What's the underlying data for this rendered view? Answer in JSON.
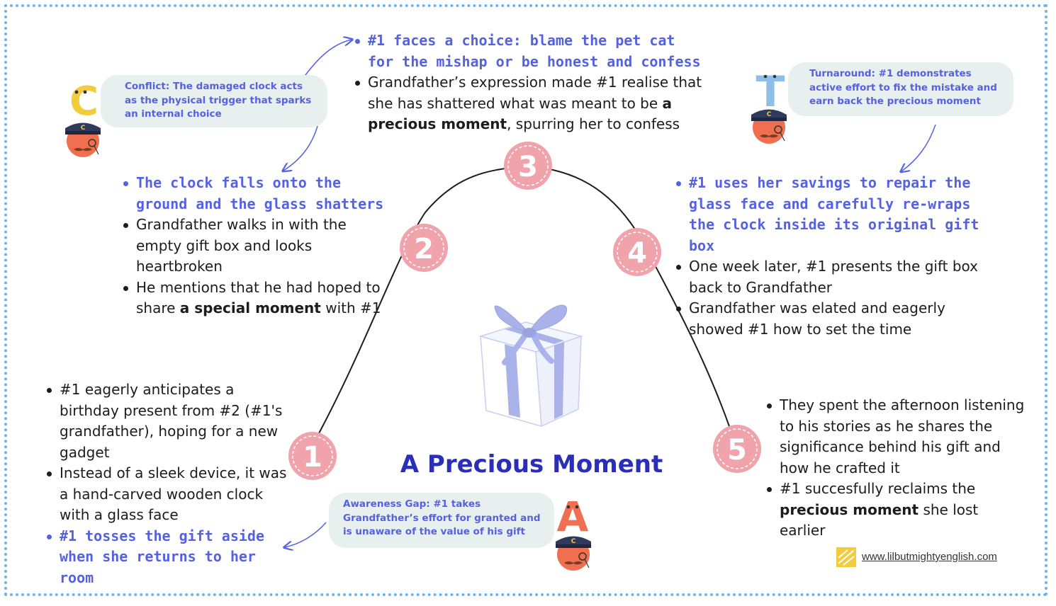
{
  "title": "A Precious Moment",
  "website": "www.lilbutmightyenglish.com",
  "stages": [
    {
      "number": "1"
    },
    {
      "number": "2"
    },
    {
      "number": "3"
    },
    {
      "number": "4"
    },
    {
      "number": "5"
    }
  ],
  "events": {
    "s1": {
      "b1": "#1 eagerly anticipates a birthday present from #2 (#1's grandfather), hoping for a new gadget",
      "b2": "Instead of a sleek device, it was a hand-carved wooden clock with a glass face",
      "b3": "#1 tosses the gift aside when she returns to her room"
    },
    "s2": {
      "b1": "The clock falls onto the ground and the glass shatters",
      "b2": "Grandfather walks in with the empty gift box and looks heartbroken",
      "b3_pre": "He mentions that he had hoped to share ",
      "b3_bold": "a special moment",
      "b3_post": " with #1"
    },
    "s3": {
      "b1": "#1 faces a choice: blame the pet cat for the mishap or be honest and confess",
      "b2_pre": "Grandfather’s expression made #1 realise that she has shattered what was meant to be ",
      "b2_bold": "a precious moment",
      "b2_post": ", spurring her to confess"
    },
    "s4": {
      "b1": "#1 uses her savings to repair the glass face and carefully re-wraps the clock inside its original gift box",
      "b2": "One week later, #1 presents the gift box back to Grandfather",
      "b3": "Grandfather was elated and eagerly showed #1 how to set the time"
    },
    "s5": {
      "b1": "They spent the afternoon listening to his stories as he shares the significance behind his gift and how he crafted it",
      "b2_pre": "#1 succesfully reclaims the ",
      "b2_bold": "precious moment",
      "b2_post": " she lost earlier"
    }
  },
  "callouts": {
    "conflict": "Conflict: The damaged clock acts as the physical trigger that sparks an internal choice",
    "turnaround": "Turnaround: #1 demonstrates active effort to fix the mistake and earn back the precious moment",
    "awareness": "Awareness Gap: #1 takes Grandfather’s effort for granted and is unaware of the value of his gift"
  },
  "mascots": {
    "letter_c": "C",
    "letter_t": "T",
    "letter_a": "A",
    "cap_letter": "C"
  },
  "colors": {
    "accent_blue": "#5562e0",
    "title_blue": "#2b2fb8",
    "stage_pink": "#f0a3aa",
    "bubble_bg": "#e8efef",
    "border_blue": "#6fb3e8"
  }
}
